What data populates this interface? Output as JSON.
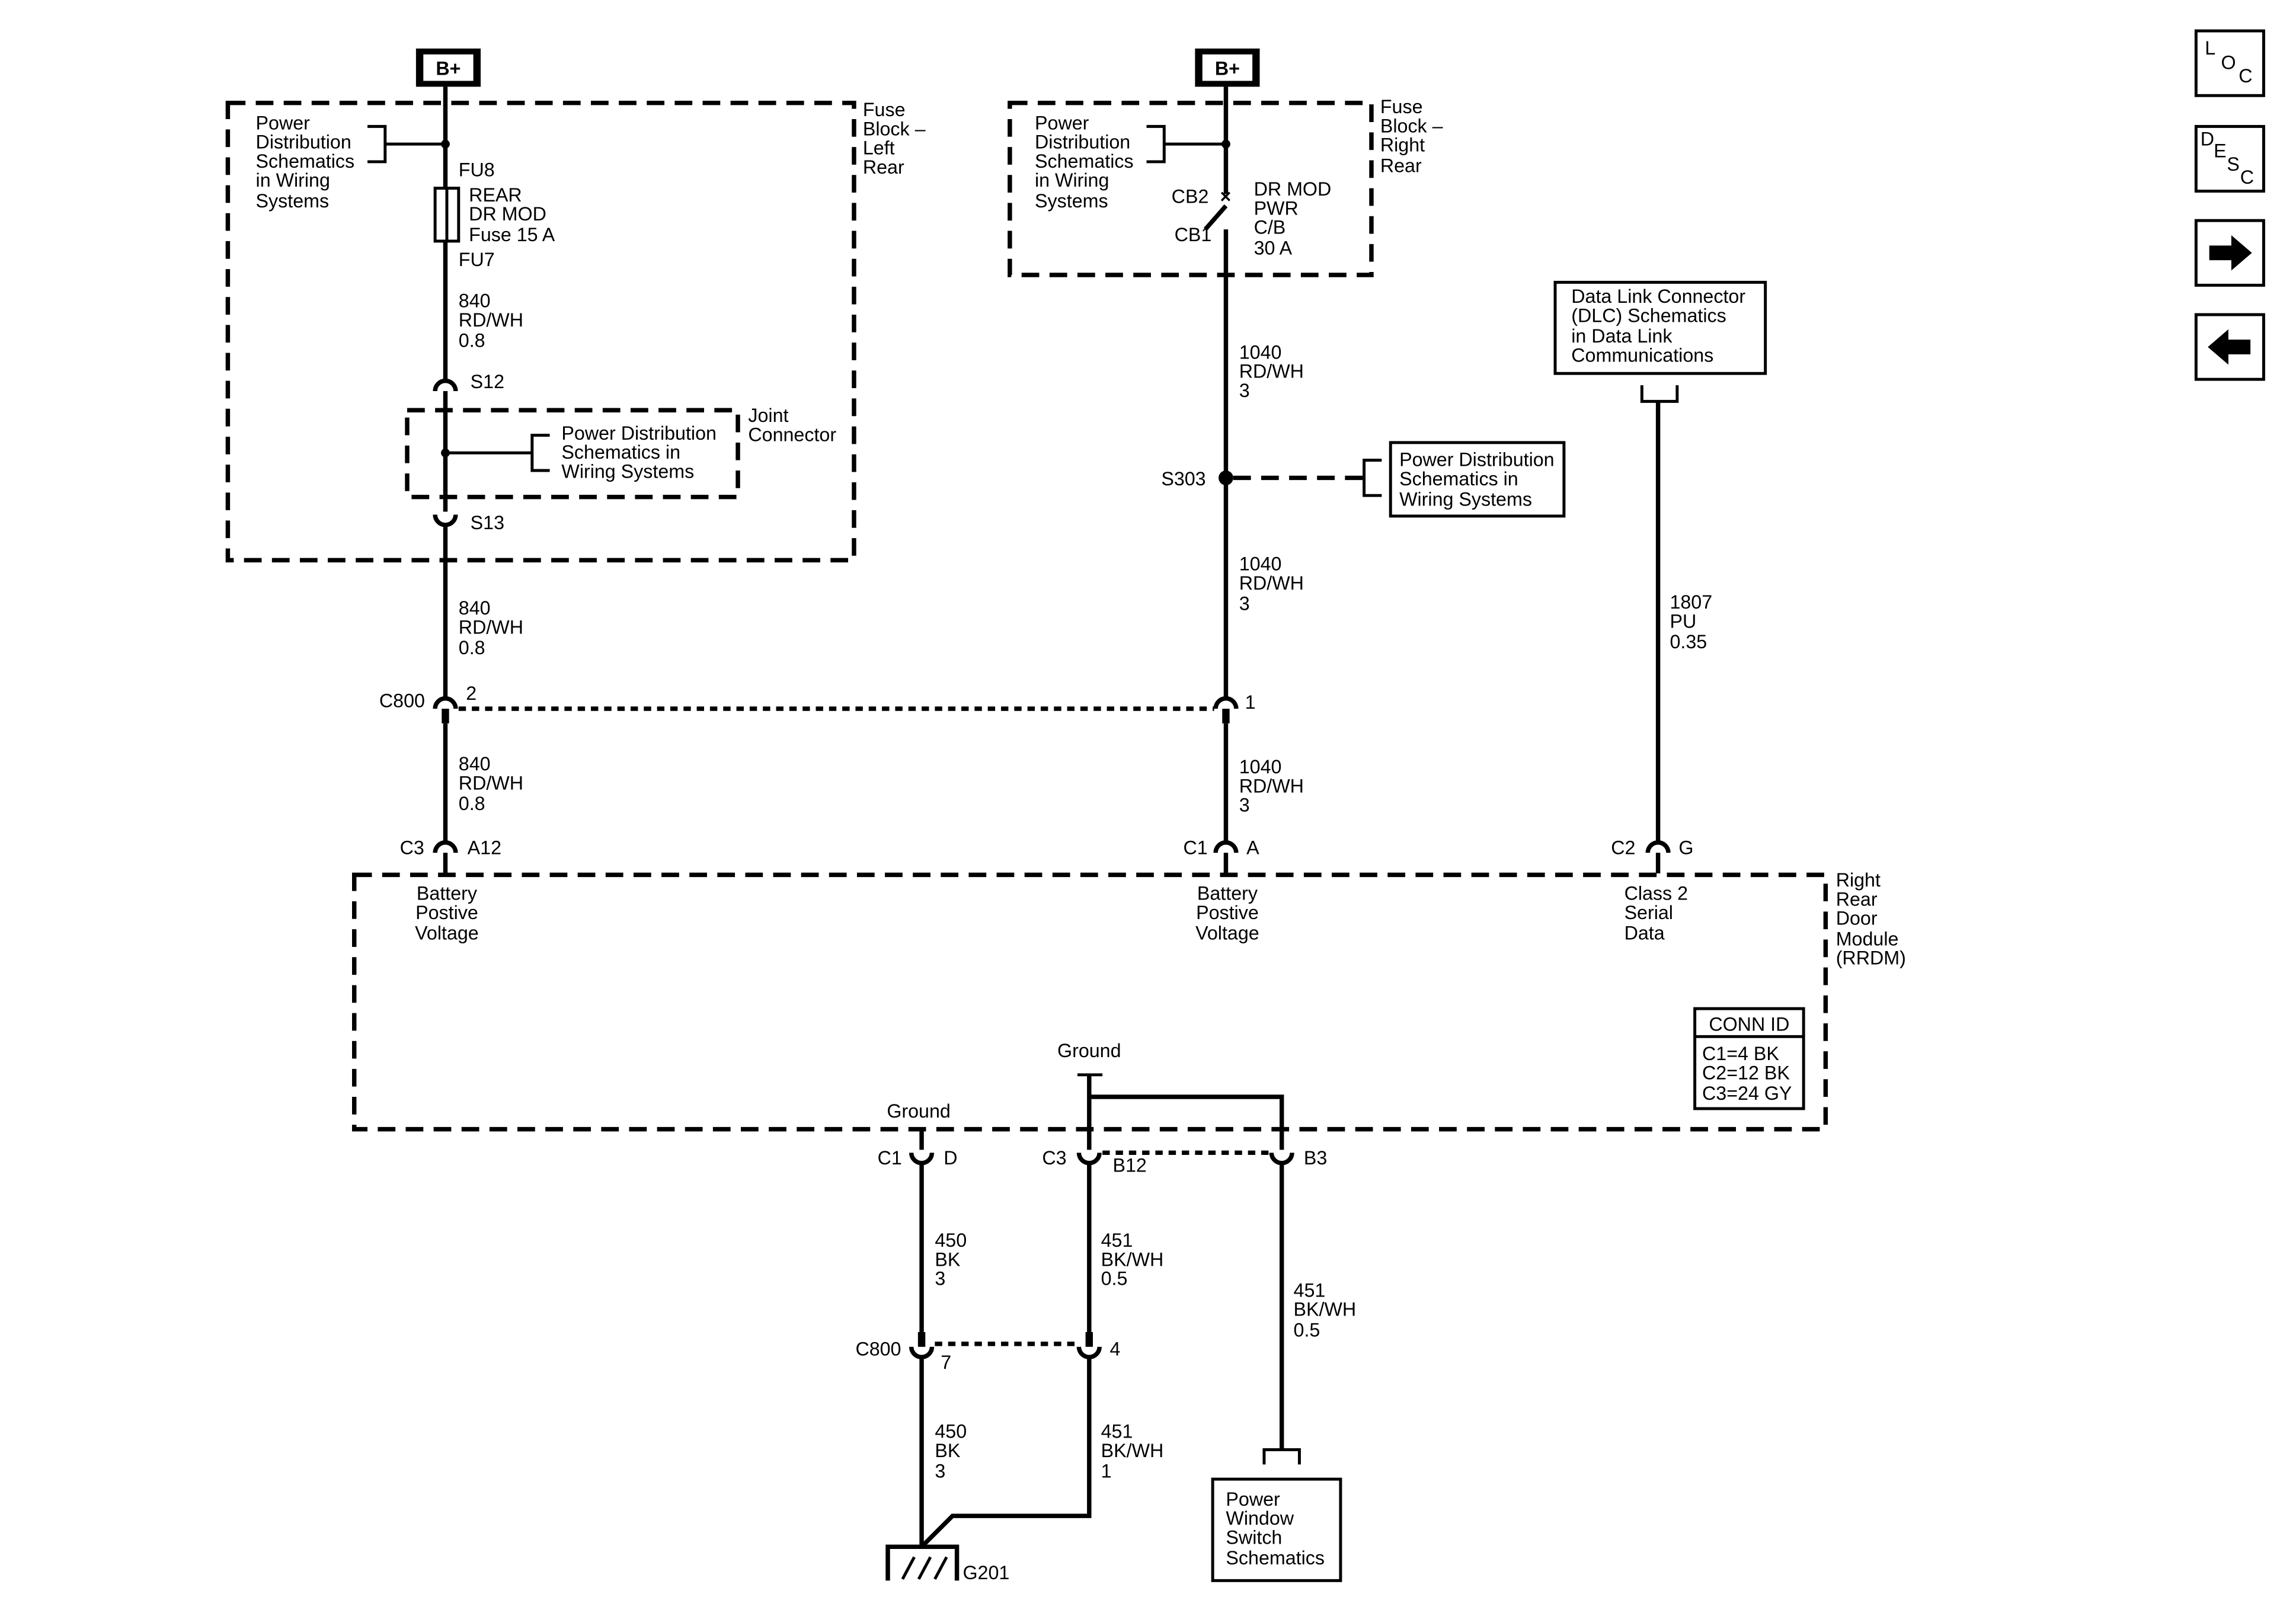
{
  "supply": {
    "left_bplus": "B+",
    "right_bplus": "B+"
  },
  "fuse_block_left": {
    "title_lines": [
      "Fuse",
      "Block –",
      "Left",
      "Rear"
    ],
    "ref_lines": [
      "Power",
      "Distribution",
      "Schematics",
      "in Wiring",
      "Systems"
    ],
    "fu8": "FU8",
    "fu7": "FU7",
    "fuse_lines": [
      "REAR",
      "DR MOD",
      "Fuse 15 A"
    ]
  },
  "fuse_block_right": {
    "title_lines": [
      "Fuse",
      "Block –",
      "Right",
      "Rear"
    ],
    "ref_lines": [
      "Power",
      "Distribution",
      "Schematics",
      "in Wiring",
      "Systems"
    ],
    "cb2": "CB2",
    "cb1": "CB1",
    "cb_lines": [
      "DR MOD",
      "PWR",
      "C/B",
      "30 A"
    ]
  },
  "joint_connector": {
    "title_lines": [
      "Joint",
      "Connector"
    ],
    "ref_lines": [
      "Power Distribution",
      "Schematics in",
      "Wiring Systems"
    ],
    "s12": "S12",
    "s13": "S13"
  },
  "splice_s303": {
    "label": "S303",
    "ref_lines": [
      "Power Distribution",
      "Schematics in",
      "Wiring Systems"
    ]
  },
  "dlc": {
    "ref_lines": [
      "Data Link Connector",
      "(DLC) Schematics",
      "in Data Link",
      "Communications"
    ]
  },
  "wires": {
    "w840_top": [
      "840",
      "RD/WH",
      "0.8"
    ],
    "w840_mid": [
      "840",
      "RD/WH",
      "0.8"
    ],
    "w840_bot": [
      "840",
      "RD/WH",
      "0.8"
    ],
    "w1040_top": [
      "1040",
      "RD/WH",
      "3"
    ],
    "w1040_mid": [
      "1040",
      "RD/WH",
      "3"
    ],
    "w1040_bot": [
      "1040",
      "RD/WH",
      "3"
    ],
    "w1807": [
      "1807",
      "PU",
      "0.35"
    ],
    "w450_top": [
      "450",
      "BK",
      "3"
    ],
    "w450_bot": [
      "450",
      "BK",
      "3"
    ],
    "w451_top": [
      "451",
      "BK/WH",
      "0.5"
    ],
    "w451_bot": [
      "451",
      "BK/WH",
      "1"
    ],
    "w451_right": [
      "451",
      "BK/WH",
      "0.5"
    ]
  },
  "connectors": {
    "c800_upper": "C800",
    "c800_upper_pin_left": "2",
    "c800_upper_pin_right": "1",
    "c3_a12": [
      "C3",
      "A12"
    ],
    "c1_a": [
      "C1",
      "A"
    ],
    "c2_g": [
      "C2",
      "G"
    ],
    "c1_d": [
      "C1",
      "D"
    ],
    "c3_b12": [
      "C3",
      "B12"
    ],
    "b3": "B3",
    "c800_lower": "C800",
    "c800_lower_pin_left": "7",
    "c800_lower_pin_right": "4"
  },
  "module": {
    "name_lines": [
      "Right",
      "Rear",
      "Door",
      "Module",
      "(RRDM)"
    ],
    "pin_batt1": [
      "Battery",
      "Postive",
      "Voltage"
    ],
    "pin_batt2": [
      "Battery",
      "Postive",
      "Voltage"
    ],
    "pin_serial": [
      "Class 2",
      "Serial",
      "Data"
    ],
    "ground1": "Ground",
    "ground2": "Ground",
    "conn_id_title": "CONN ID",
    "conn_id_lines": [
      "C1=4 BK",
      "C2=12 BK",
      "C3=24 GY"
    ]
  },
  "ground_g201": "G201",
  "power_window": {
    "ref_lines": [
      "Power",
      "Window",
      "Switch",
      "Schematics"
    ]
  },
  "nav": {
    "loc_letters": [
      "L",
      "O",
      "C"
    ],
    "desc_letters": [
      "D",
      "E",
      "S",
      "C"
    ],
    "forward_icon": "right-arrow-icon",
    "back_icon": "left-arrow-icon"
  }
}
